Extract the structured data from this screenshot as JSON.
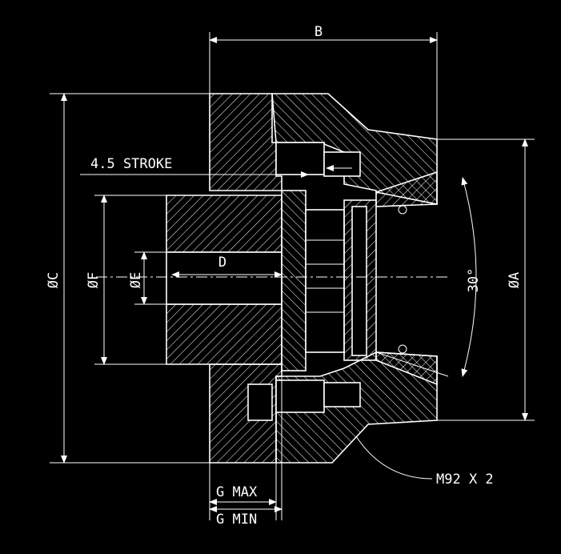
{
  "labels": {
    "b": "B",
    "stroke": "4.5 STROKE",
    "dia_c": "ØC",
    "dia_f": "ØF",
    "dia_e": "ØE",
    "d": "D",
    "angle": "30°",
    "dia_a": "ØA",
    "thread": "M92 X 2",
    "g_max": "G MAX",
    "g_min": "G MIN"
  }
}
